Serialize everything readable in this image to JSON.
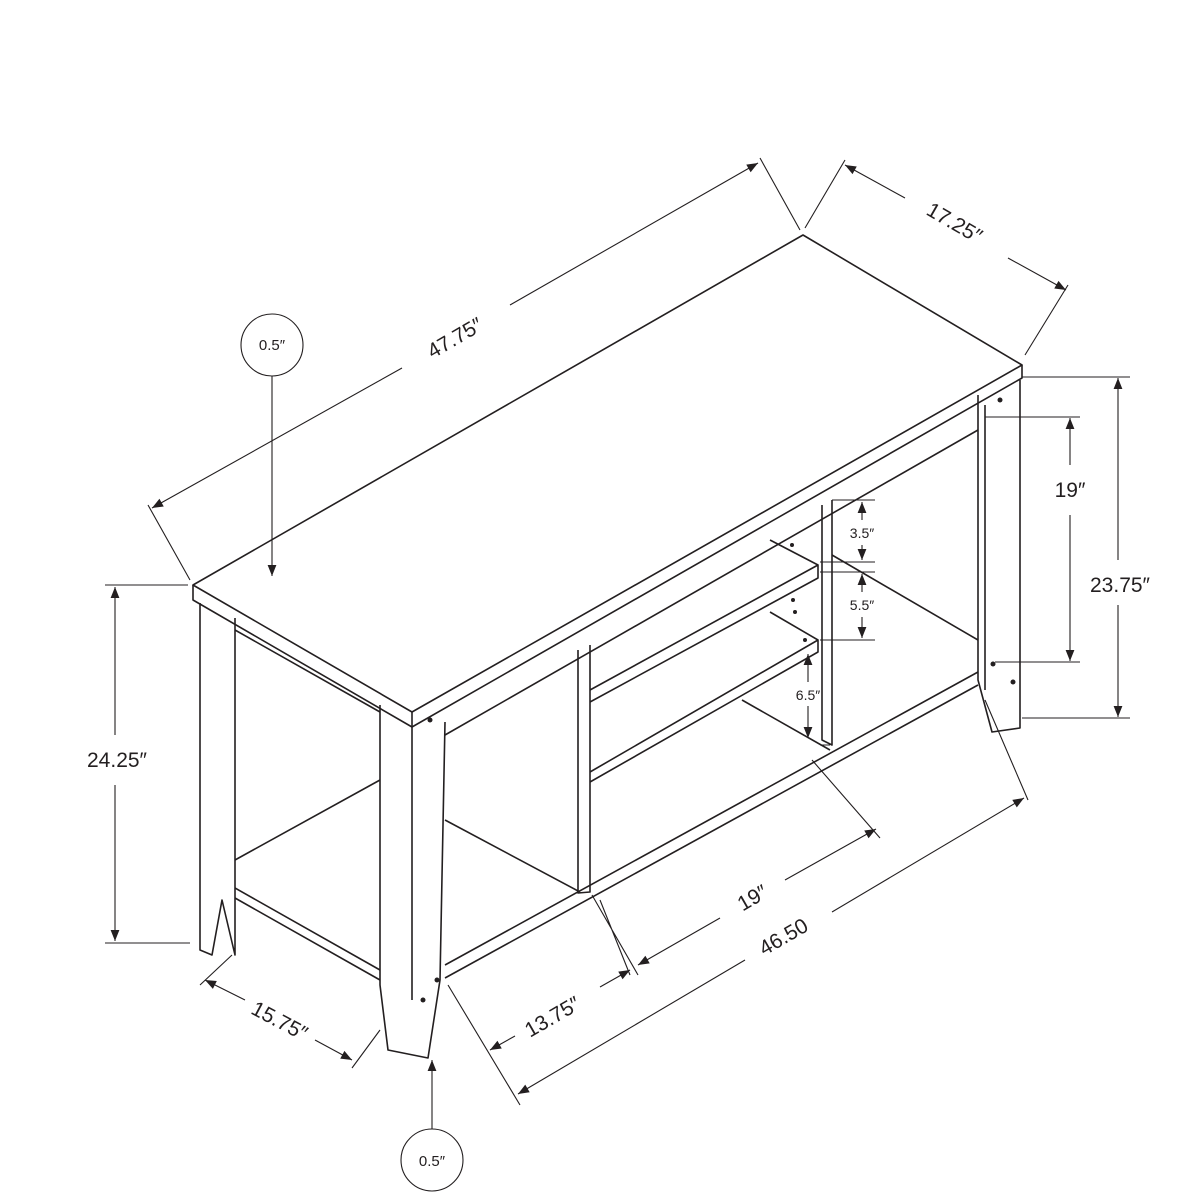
{
  "drawing": {
    "title": "TV stand dimension drawing",
    "dimensions": {
      "top_length": "47.75″",
      "top_depth": "17.25″",
      "top_thickness_callout": "0.5″",
      "leg_thickness_callout": "0.5″",
      "right_height": "23.75″",
      "right_opening_height": "19″",
      "shelf_gap_top": "3.5″",
      "shelf_gap_middle": "5.5″",
      "shelf_gap_bottom": "6.5″",
      "left_height": "24.25″",
      "side_depth": "15.75″",
      "left_opening_width": "13.75″",
      "right_opening_width": "19″",
      "inner_length": "46.50"
    },
    "colors": {
      "line": "#231f20",
      "background": "#ffffff"
    }
  }
}
